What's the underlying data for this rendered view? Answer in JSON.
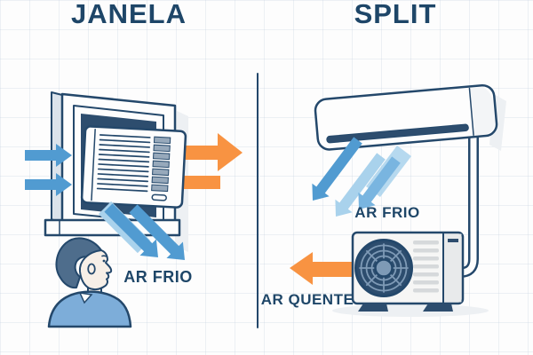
{
  "panels": {
    "left": {
      "title": "JANELA",
      "label_cold": "AR FRIO"
    },
    "right": {
      "title": "SPLIT",
      "label_cold": "AR FRIO",
      "label_hot": "AR QUENTE"
    }
  },
  "illustrations": {
    "left": [
      "window-frame",
      "window-ac-unit",
      "air-intake-arrows-icon",
      "hot-air-exhaust-arrows-icon",
      "cold-air-arrows-icon",
      "person-icon",
      "window-sill"
    ],
    "right": [
      "indoor-split-unit",
      "air-vent",
      "refrigerant-pipe",
      "condenser-unit",
      "condenser-fan-icon",
      "cold-air-arrows-icon",
      "hot-air-arrow-icon"
    ]
  },
  "colors": {
    "outline_navy": "#24486b",
    "dark_navy_fill": "#2d4d6e",
    "text_navy": "#1e4668",
    "arrow_blue": "#519bd1",
    "arrow_blue_mid": "#79b5e0",
    "arrow_blue_light": "#a9d2ec",
    "arrow_orange": "#f89342",
    "skin": "#f7efe7",
    "hair": "#4e6d8c",
    "shirt": "#7dadd9"
  }
}
